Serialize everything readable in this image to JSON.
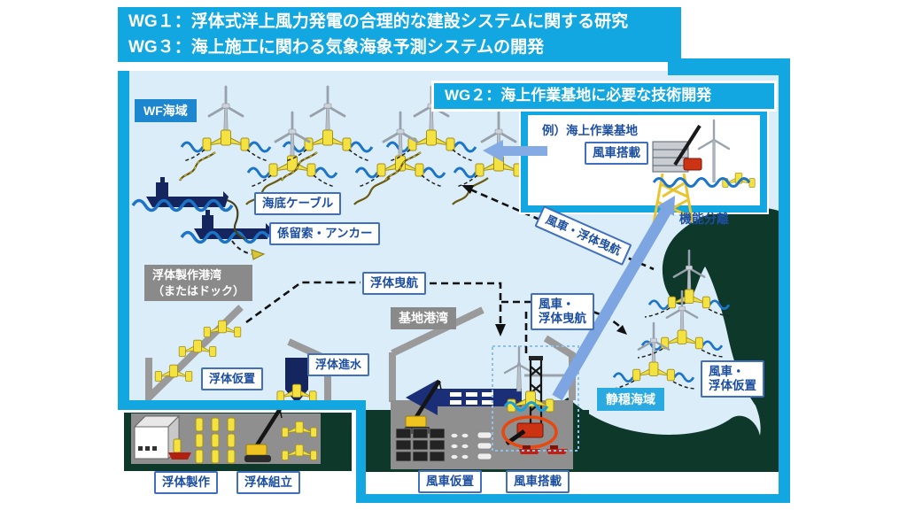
{
  "header": {
    "wg1": "WG１：浮体式洋上風力発電の合理的な建設システムに関する研究",
    "wg3": "WG３：海上施工に関わる気象海象予測システムの開発",
    "wg2": "WG２：海上作業基地に必要な技術開発"
  },
  "wg2_panel": {
    "caption": "例）海上作業基地",
    "mount_label": "風車搭載"
  },
  "zones": {
    "wf_area": "WF海域",
    "calm_sea": "静穏海域",
    "float_port_line1": "浮体製作港湾",
    "float_port_line2": "（またはドック）",
    "base_port": "基地港湾"
  },
  "labels": {
    "subsea_cable": "海底ケーブル",
    "mooring_anchor": "係留索・アンカー",
    "float_towing": "浮体曳航",
    "float_storage": "浮体仮置",
    "float_launch": "浮体進水",
    "turbine_float_towing": "風車・浮体曳航",
    "towing_line1": "風車・",
    "towing_line2": "浮体曳航",
    "storage_line1": "風車・",
    "storage_line2": "浮体仮置",
    "function_separation": "機能分離",
    "turbine_storage": "風車仮置",
    "turbine_mount": "風車搭載",
    "float_fabrication": "浮体製作",
    "float_assembly": "浮体組立"
  },
  "colors": {
    "frame_cyan": "#12A7E0",
    "sea_light": "#DBEDF8",
    "land_green": "#0E382A",
    "label_blue": "#1D4FA1",
    "label_border": "#3F6FBE",
    "float_yellow": "#F4E242",
    "arrow_blue": "#85ABE4",
    "wave_blue": "#1C74C9",
    "quay_gray": "#8F8F8F",
    "ship_navy": "#15265E",
    "crane_red": "#CC3312"
  }
}
